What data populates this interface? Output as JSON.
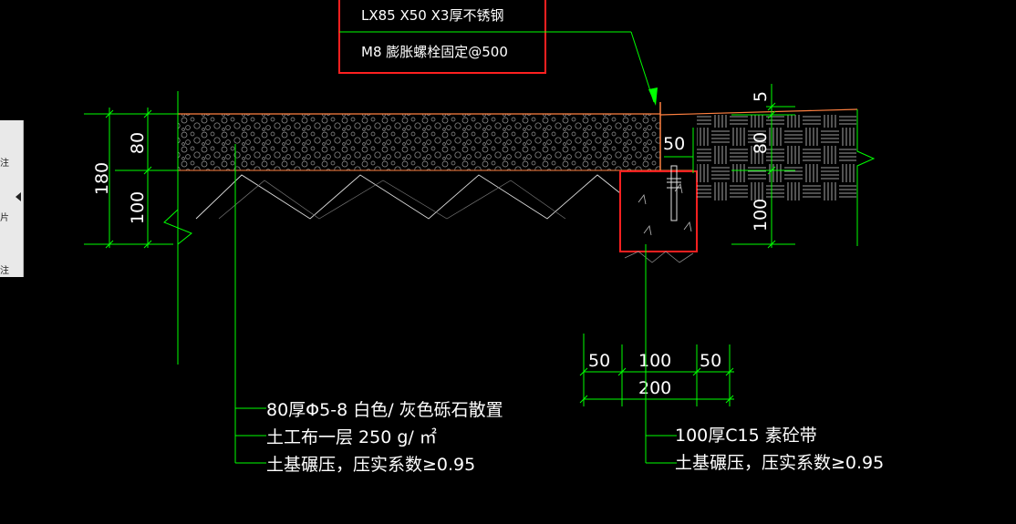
{
  "callout_top": {
    "line1": "LX85 X50 X3厚不锈钢",
    "line2": "M8 膨胀螺栓固定@500"
  },
  "dims_left": {
    "total": "180",
    "upper": "80",
    "lower": "100"
  },
  "dims_right": {
    "top": "5",
    "upper": "80",
    "lower": "100",
    "offset": "50"
  },
  "dims_bottom": {
    "left": "50",
    "mid": "100",
    "right": "50",
    "total": "200"
  },
  "notes_left": [
    "80厚Φ5-8 白色/ 灰色砾石散置",
    "土工布一层  250 g/ ㎡",
    "土基碾压，压实系数≥0.95"
  ],
  "notes_right": [
    "100厚C15 素砼带",
    "土基碾压，压实系数≥0.95"
  ],
  "side_panel": {
    "chars": [
      "注",
      "片",
      "注"
    ]
  },
  "colors": {
    "background": "#000000",
    "dim_line": "#00ff00",
    "text": "#ffffff",
    "callout_box": "#ff2020",
    "surface": "#ff8040"
  }
}
